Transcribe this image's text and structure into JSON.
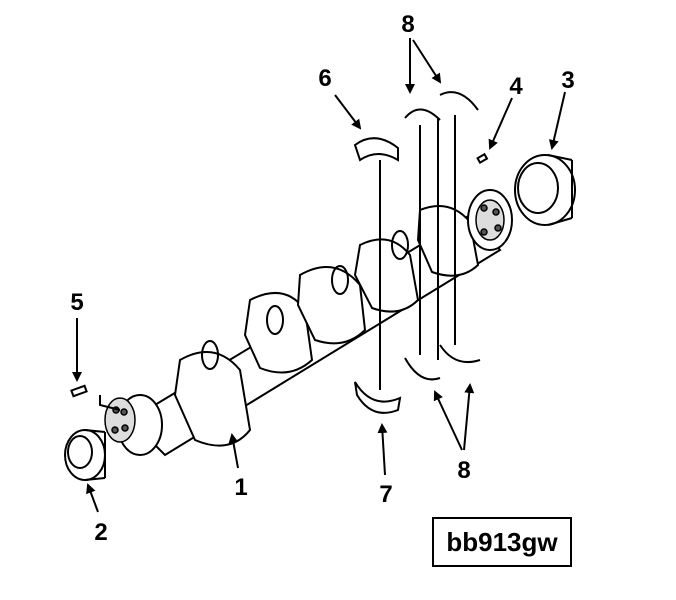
{
  "figure_code": "bb913gw",
  "callouts": {
    "c1": "1",
    "c2": "2",
    "c3": "3",
    "c4": "4",
    "c5": "5",
    "c6": "6",
    "c7": "7",
    "c8_top": "8",
    "c8_bottom": "8"
  }
}
